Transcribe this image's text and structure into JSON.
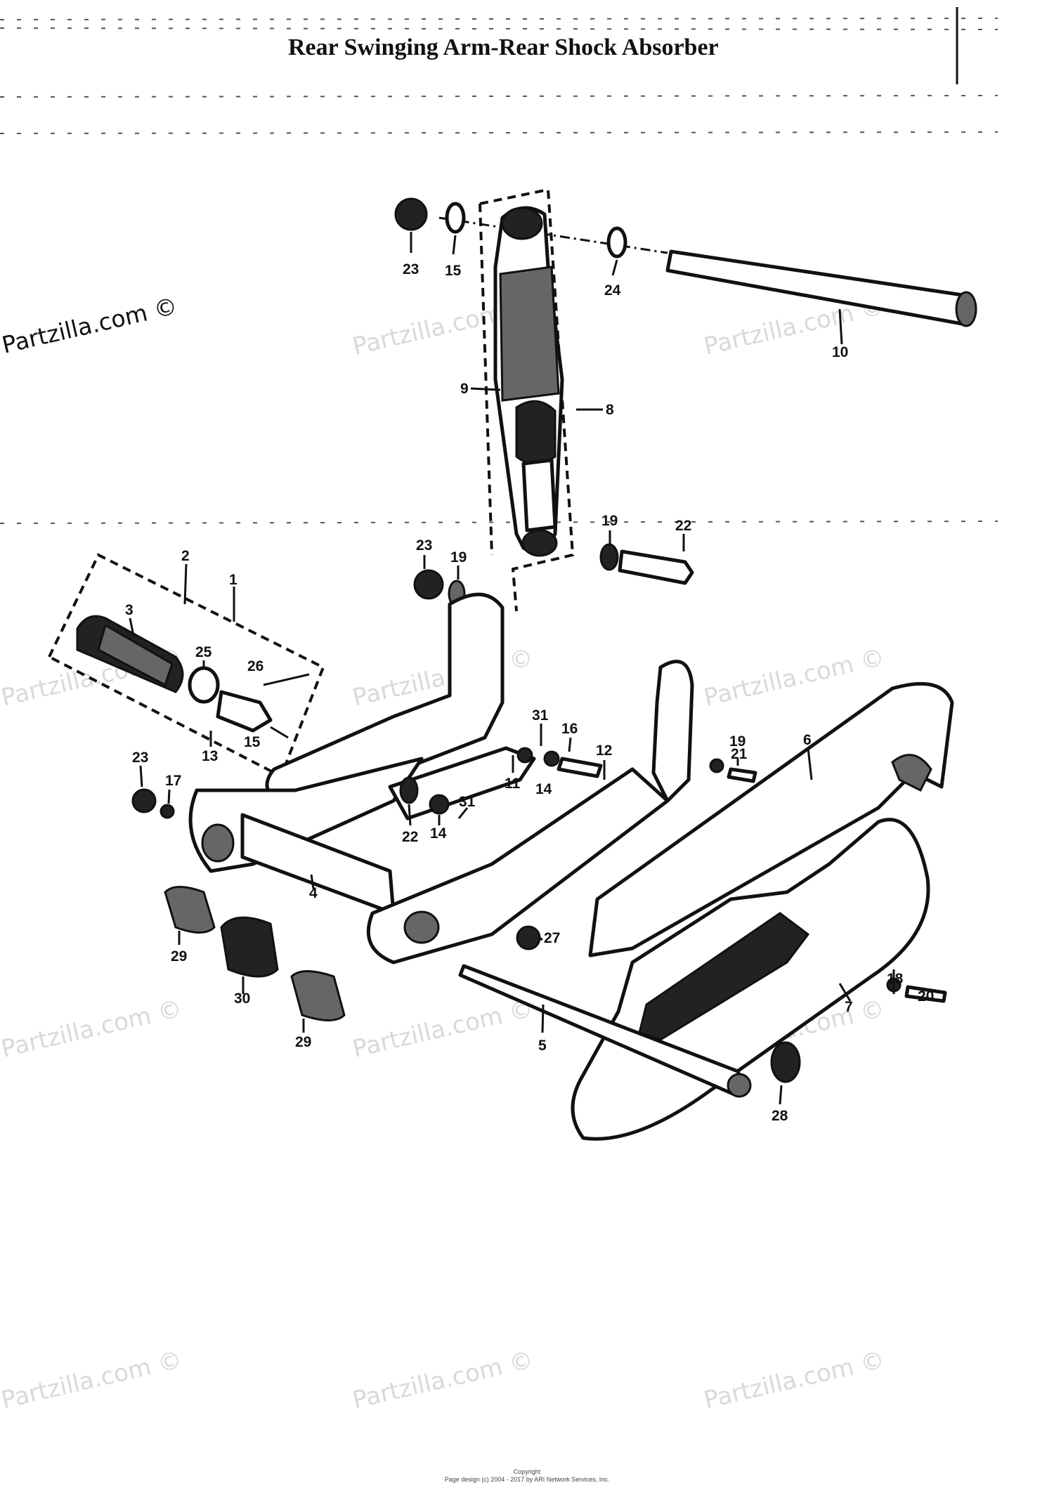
{
  "diagram": {
    "title": "Rear Swinging Arm-Rear Shock Absorber",
    "brand": "Partzilla.com ©",
    "watermark": "Partzilla.com ©",
    "footer": {
      "line1": "Copyright",
      "line2": "Page design (c) 2004 - 2017 by ARI Network Services, Inc."
    },
    "callouts": [
      {
        "label": "23"
      },
      {
        "label": "15"
      },
      {
        "label": "24"
      },
      {
        "label": "10"
      },
      {
        "label": "9"
      },
      {
        "label": "8"
      },
      {
        "label": "19"
      },
      {
        "label": "22"
      },
      {
        "label": "23"
      },
      {
        "label": "19"
      },
      {
        "label": "2"
      },
      {
        "label": "1"
      },
      {
        "label": "3"
      },
      {
        "label": "25"
      },
      {
        "label": "26"
      },
      {
        "label": "13"
      },
      {
        "label": "15"
      },
      {
        "label": "23"
      },
      {
        "label": "17"
      },
      {
        "label": "31"
      },
      {
        "label": "16"
      },
      {
        "label": "12"
      },
      {
        "label": "11"
      },
      {
        "label": "14"
      },
      {
        "label": "22"
      },
      {
        "label": "14"
      },
      {
        "label": "31"
      },
      {
        "label": "19"
      },
      {
        "label": "21"
      },
      {
        "label": "6"
      },
      {
        "label": "4"
      },
      {
        "label": "29"
      },
      {
        "label": "30"
      },
      {
        "label": "29"
      },
      {
        "label": "27"
      },
      {
        "label": "5"
      },
      {
        "label": "18"
      },
      {
        "label": "20"
      },
      {
        "label": "7"
      },
      {
        "label": "28"
      }
    ]
  }
}
